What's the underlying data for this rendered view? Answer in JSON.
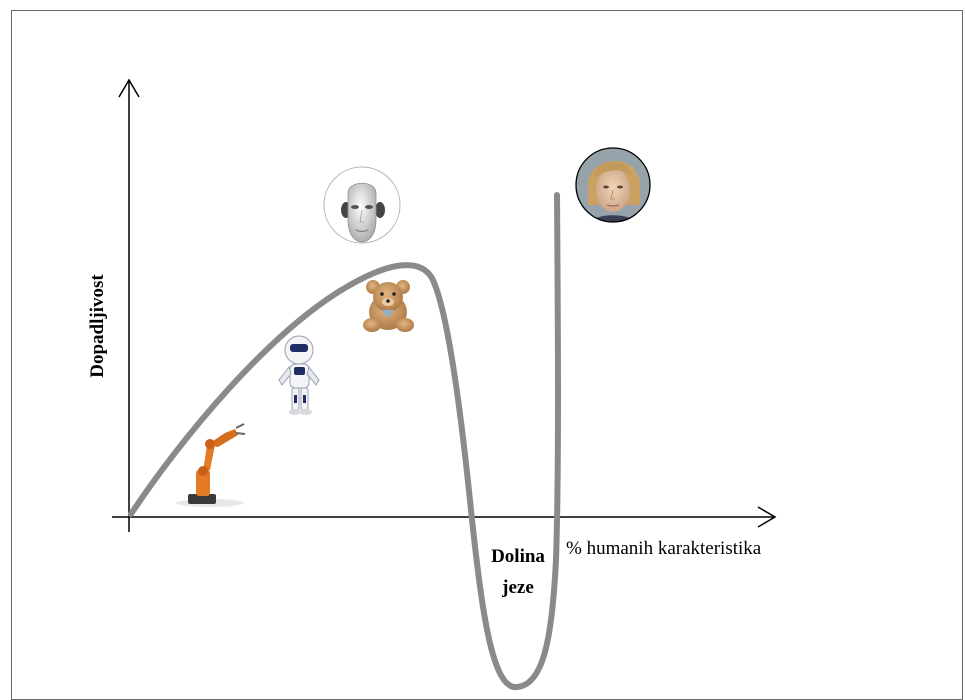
{
  "diagram": {
    "y_axis_label": "Dopadljivost",
    "x_axis_label": "% humanih karakteristika",
    "valley_label_line1": "Dolina",
    "valley_label_line2": "jeze"
  },
  "colors": {
    "curve": "#8a8a8a",
    "axis": "#000000",
    "frame": "#6a6a6a"
  },
  "illustrations": [
    "industrial-robot-arm-icon",
    "humanoid-robot-icon",
    "teddy-bear-icon",
    "android-mask-face-icon",
    "human-face-photo-icon"
  ]
}
